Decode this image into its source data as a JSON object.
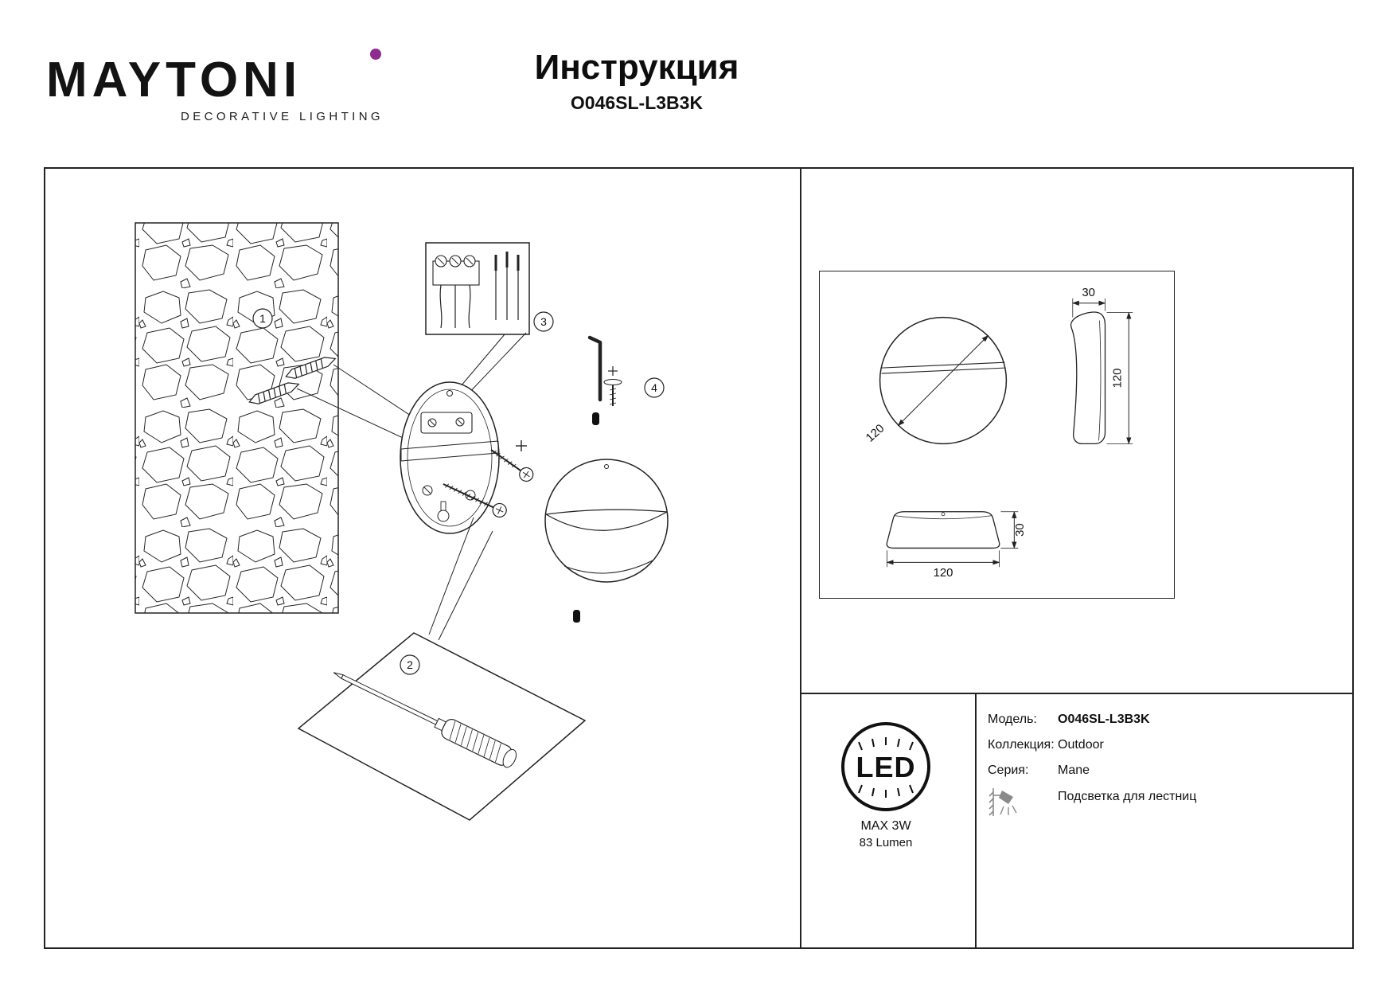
{
  "header": {
    "logo": "MAYTONI",
    "logo_sub": "DECORATIVE LIGHTING",
    "title": "Инструкция",
    "model": "O046SL-L3B3K"
  },
  "callouts": {
    "c1": "1",
    "c2": "2",
    "c3": "3",
    "c4": "4"
  },
  "dimensions": {
    "front_diameter": "120",
    "side_depth": "30",
    "side_height": "120",
    "bottom_width": "120",
    "bottom_height": "30"
  },
  "badge": {
    "led": "LED",
    "max_power": "MAX 3W",
    "lumen": "83 Lumen"
  },
  "specs": {
    "rows": [
      {
        "label": "Модель:",
        "value": "O046SL-L3B3K"
      },
      {
        "label": "Коллекция:",
        "value": "Outdoor"
      },
      {
        "label": "Серия:",
        "value": "Mane"
      },
      {
        "label": "",
        "value": "Подсветка для лестниц"
      }
    ]
  },
  "colors": {
    "accent": "#8e2c8f",
    "line": "#222222"
  }
}
